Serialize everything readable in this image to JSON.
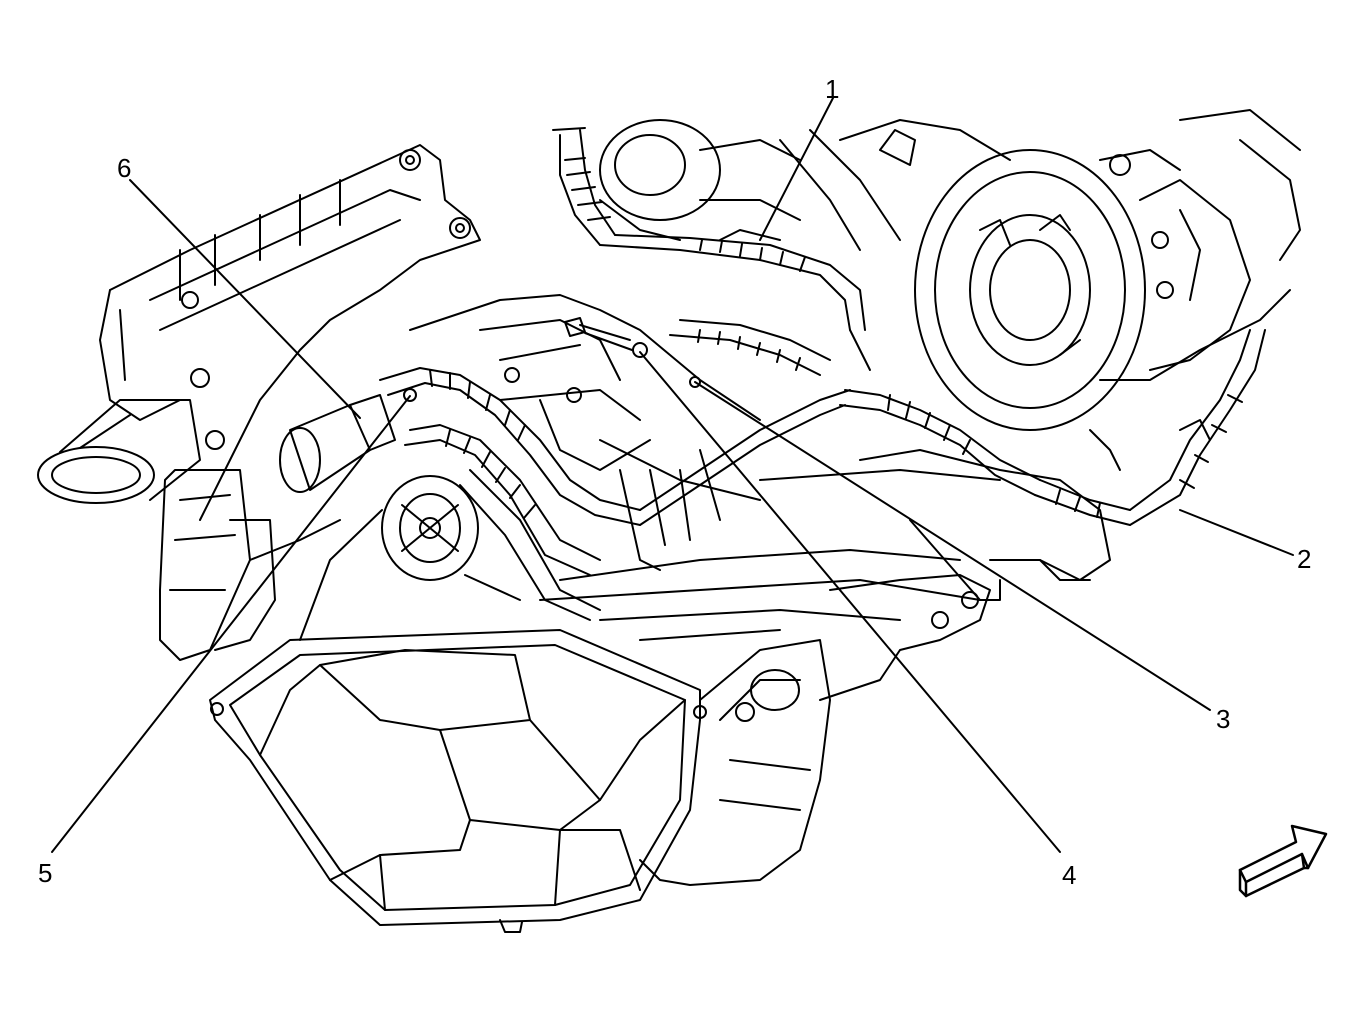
{
  "callouts": [
    {
      "id": "1",
      "label": "1"
    },
    {
      "id": "2",
      "label": "2"
    },
    {
      "id": "3",
      "label": "3"
    },
    {
      "id": "4",
      "label": "4"
    },
    {
      "id": "5",
      "label": "5"
    },
    {
      "id": "6",
      "label": "6"
    }
  ],
  "colors": {
    "line": "#000000",
    "background": "#ffffff"
  },
  "icons": {
    "direction_arrow": "arrow-right-up-icon"
  }
}
